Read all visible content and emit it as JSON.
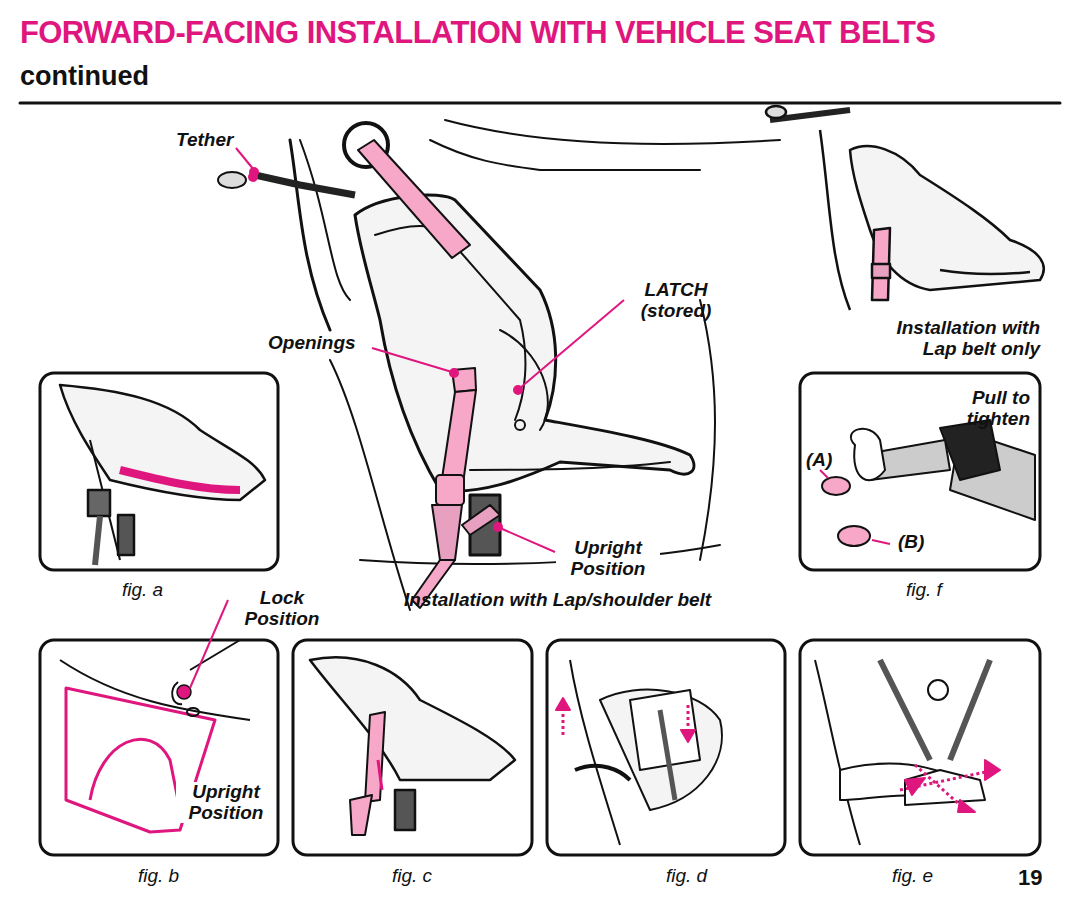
{
  "diagram": {
    "title": "FORWARD-FACING INSTALLATION WITH VEHICLE SEAT BELTS",
    "labels": [
      "continued",
      "Tether",
      "LATCH (stored)",
      "Openings",
      "Installation with Lap belt only",
      "Pull to tighten",
      "(A)",
      "(B)",
      "Upright Position",
      "fig. a",
      "Lock Position",
      "Installation with Lap/shoulder belt",
      "fig. f",
      "Upright Position",
      "fig. b",
      "fig. c",
      "fig. d",
      "fig. e",
      "19"
    ]
  }
}
